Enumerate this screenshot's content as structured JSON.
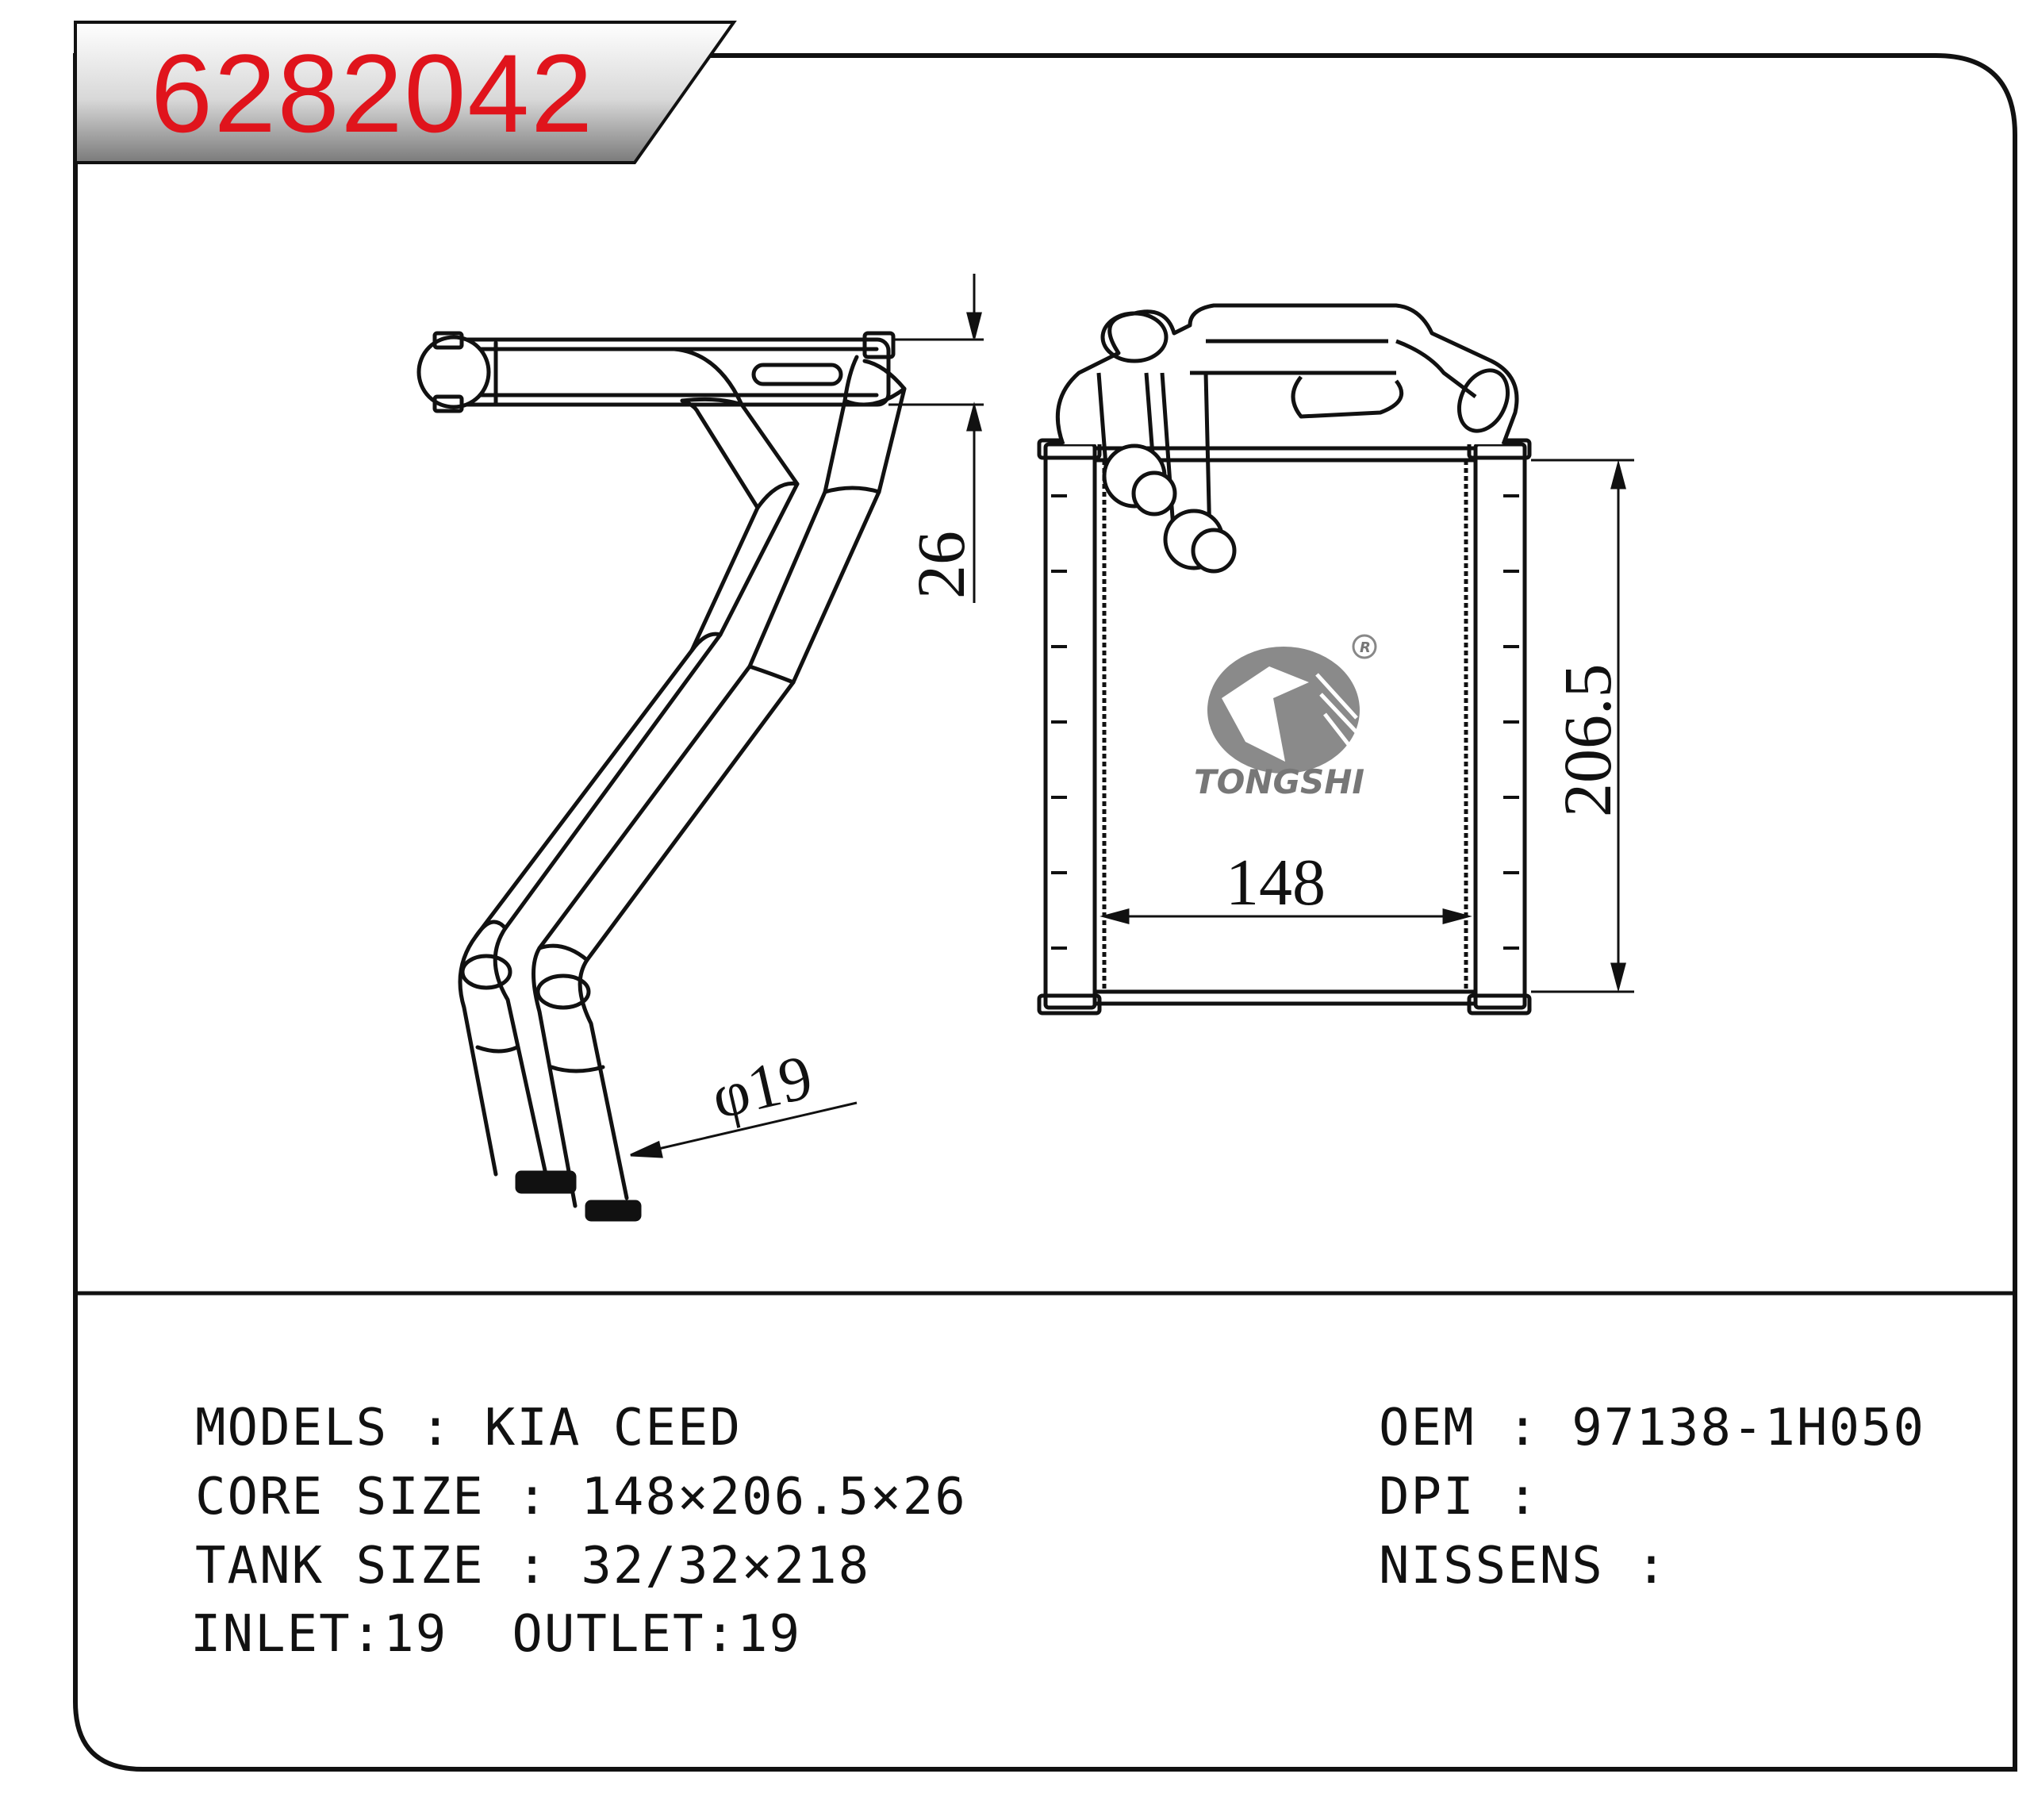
{
  "part_number": "6282042",
  "brand": "TONGSHI",
  "registered_mark": "R",
  "dimensions": {
    "thickness": "26",
    "height": "206.5",
    "width": "148",
    "pipe_diameter": "φ19"
  },
  "specs": {
    "models_label": "MODELS : KIA CEED",
    "core_size_label": "CORE SIZE : 148×206.5×26",
    "tank_size_label": "TANK SIZE : 32/32×218",
    "inlet_outlet_label": "INLET:19  OUTLET:19",
    "oem_label": "OEM : 97138-1H050",
    "dpi_label": "DPI :",
    "nissens_label": "NISSENS :"
  },
  "colors": {
    "part_number": "#e0141c",
    "logo": "#808080",
    "line": "#111111"
  }
}
